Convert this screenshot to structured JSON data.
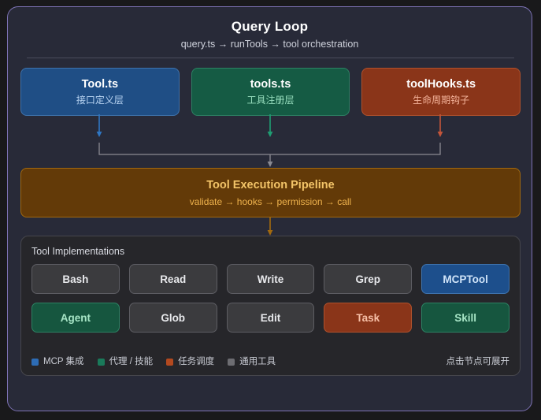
{
  "page": {
    "background_color": "#19191b",
    "card_background": "#282a38",
    "card_border_color": "#7d72b4"
  },
  "header": {
    "title": "Query Loop",
    "subtitle": "query.ts → runTools → tool orchestration"
  },
  "modules": [
    {
      "name": "Tool.ts",
      "desc": "接口定义层",
      "color": "#1f4e85",
      "tone": "blue"
    },
    {
      "name": "tools.ts",
      "desc": "工具注册层",
      "color": "#155b44",
      "tone": "green"
    },
    {
      "name": "toolHooks.ts",
      "desc": "生命周期钩子",
      "color": "#8a3519",
      "tone": "red"
    }
  ],
  "pipeline": {
    "title": "Tool Execution Pipeline",
    "steps": "validate → hooks → permission → call",
    "color": "#633a08"
  },
  "implementations": {
    "heading": "Tool Implementations",
    "rows": [
      [
        {
          "label": "Bash",
          "tone": "gray"
        },
        {
          "label": "Read",
          "tone": "gray"
        },
        {
          "label": "Write",
          "tone": "gray"
        },
        {
          "label": "Grep",
          "tone": "gray"
        },
        {
          "label": "MCPTool",
          "tone": "blue"
        }
      ],
      [
        {
          "label": "Agent",
          "tone": "green"
        },
        {
          "label": "Glob",
          "tone": "gray"
        },
        {
          "label": "Edit",
          "tone": "gray"
        },
        {
          "label": "Task",
          "tone": "red"
        },
        {
          "label": "Skill",
          "tone": "green"
        }
      ]
    ]
  },
  "legend": {
    "items": [
      {
        "label": "MCP 集成",
        "color": "#2d6cb5"
      },
      {
        "label": "代理 / 技能",
        "color": "#1a7a5a"
      },
      {
        "label": "任务调度",
        "color": "#b3491f"
      },
      {
        "label": "通用工具",
        "color": "#6d6d72"
      }
    ],
    "hint": "点击节点可展开"
  },
  "connectors": {
    "arrow_colors": [
      "#2f77c4",
      "#1f9d73",
      "#c4553a"
    ],
    "join_color": "#8a8a92"
  }
}
